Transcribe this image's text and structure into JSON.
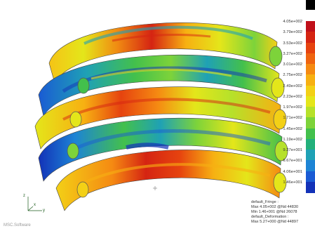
{
  "legend": {
    "labels": [
      "4.05e+002",
      "3.79e+002",
      "3.53e+002",
      "3.27e+002",
      "3.01e+002",
      "2.75e+002",
      "2.49e+002",
      "2.23e+002",
      "1.97e+002",
      "1.71e+002",
      "1.45e+002",
      "1.19e+002",
      "9.27e+001",
      "6.67e+001",
      "4.06e+001",
      "1.46e+001"
    ],
    "colors": [
      "#c0101a",
      "#d52412",
      "#e6430f",
      "#ef6410",
      "#f58a12",
      "#f7b012",
      "#f3d016",
      "#e4e61a",
      "#b6e12a",
      "#7dd33a",
      "#43c04c",
      "#23b07b",
      "#1fa1b5",
      "#1d84d5",
      "#1a5bd4",
      "#1332b8"
    ]
  },
  "info_lines": [
    "default_Fringe :",
    "Max 4.05+002 @Nd 44830",
    "Min 1.46+001 @Nd 26078",
    "default_Deformation :",
    "Max 5.27+000 @Nd 44897"
  ],
  "axis": {
    "z": "z",
    "y": "y",
    "x": "x"
  },
  "watermark": "MSC.Software"
}
